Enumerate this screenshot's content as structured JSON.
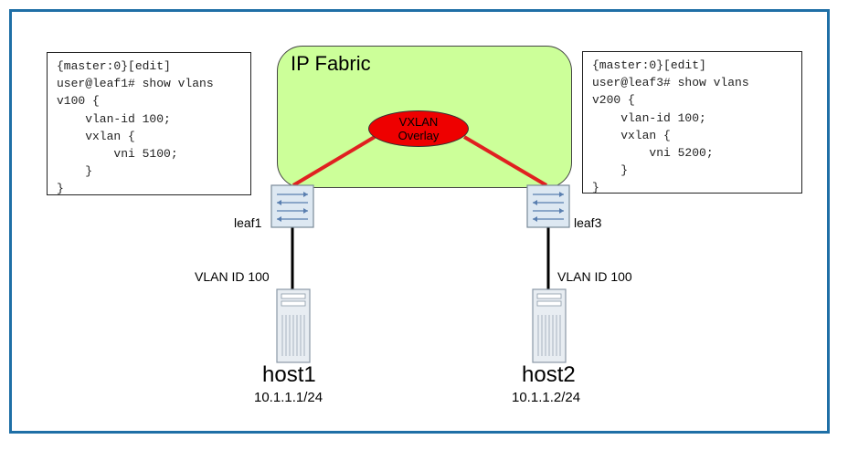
{
  "fabric": {
    "label": "IP Fabric"
  },
  "overlay": {
    "line1": "VXLAN",
    "line2": "Overlay"
  },
  "config_left": {
    "lines": [
      "{master:0}[edit]",
      "user@leaf1# show vlans",
      "v100 {",
      "    vlan-id 100;",
      "    vxlan {",
      "        vni 5100;",
      "    }",
      "}"
    ]
  },
  "config_right": {
    "lines": [
      "{master:0}[edit]",
      "user@leaf3# show vlans",
      "v200 {",
      "    vlan-id 100;",
      "    vxlan {",
      "        vni 5200;",
      "    }",
      "}"
    ]
  },
  "leaf_left": {
    "label": "leaf1"
  },
  "leaf_right": {
    "label": "leaf3"
  },
  "link_left": {
    "label": "VLAN ID 100"
  },
  "link_right": {
    "label": "VLAN ID 100"
  },
  "host_left": {
    "name": "host1",
    "ip": "10.1.1.1/24"
  },
  "host_right": {
    "name": "host2",
    "ip": "10.1.1.2/24"
  },
  "colors": {
    "frame": "#1f6fa6",
    "fabric": "#ccff99",
    "overlay": "#ee0000",
    "tunnel": "#e02020",
    "switch": "#dde8f2"
  }
}
